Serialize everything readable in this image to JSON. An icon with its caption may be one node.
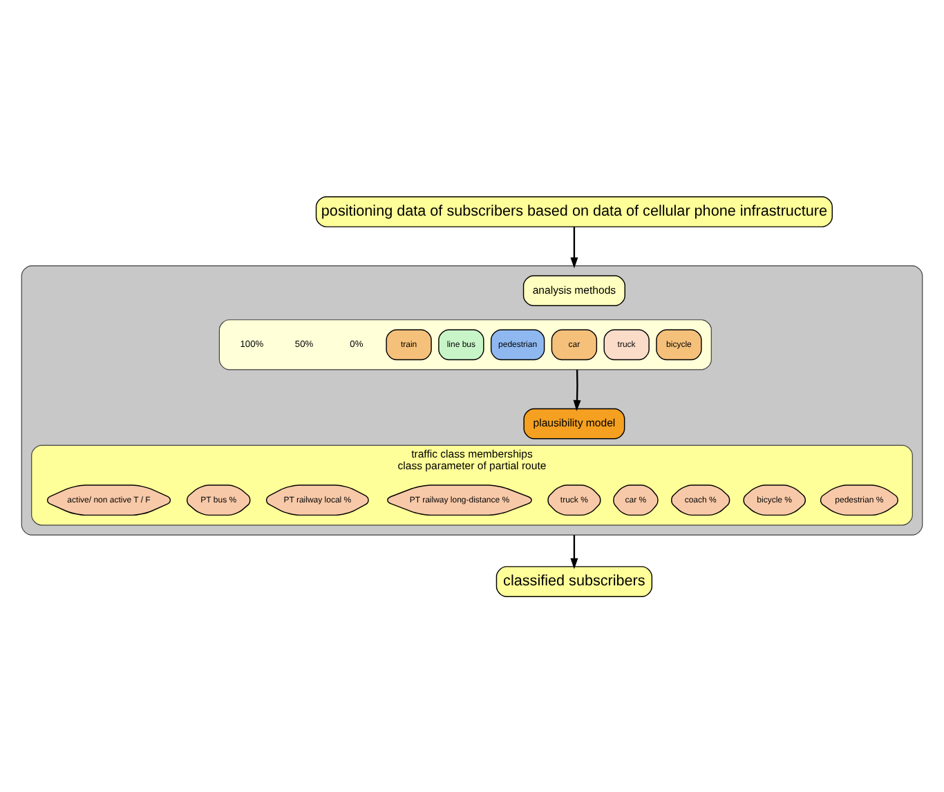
{
  "diagram": {
    "nodes": [
      {
        "text": [
          "positioning data of subscribers based on data of cellular phone infrastructure"
        ]
      },
      {
        "text": [],
        "shape": "box"
      },
      {
        "text": [
          "analysis methods"
        ],
        "in": 1
      },
      {
        "text": [],
        "shape": "octagon",
        "in": 1
      },
      {
        "text": [
          "train"
        ],
        "in": 3
      },
      {
        "text": [
          "line bus"
        ],
        "in": 3
      },
      {
        "text": [
          "pedestrian"
        ],
        "in": 3
      },
      {
        "text": [
          "car"
        ],
        "in": 3
      },
      {
        "text": [
          "truck"
        ],
        "in": 3
      },
      {
        "text": [
          "bicycle"
        ],
        "in": 3
      },
      {
        "text": [
          "plausibility model"
        ],
        "in": 1
      },
      {
        "text": [
          "traffic class memberships",
          "class parameter of partial route"
        ],
        "in": 1
      },
      {
        "text": [
          "active/ non active T / F"
        ],
        "in": 11
      },
      {
        "text": [
          "PT bus %"
        ],
        "in": 11
      },
      {
        "text": [
          "PT railway local %"
        ],
        "in": 11
      },
      {
        "text": [
          "PT railway long-distance %"
        ],
        "in": 11
      },
      {
        "text": [
          "truck %"
        ],
        "in": 11
      },
      {
        "text": [
          "car %"
        ],
        "in": 11
      },
      {
        "text": [
          "coach %"
        ],
        "in": 11
      },
      {
        "text": [
          "bicycle %"
        ],
        "in": 11
      },
      {
        "text": [
          "pedestrian %"
        ],
        "in": 11
      },
      {
        "text": [
          "classified subscribers"
        ]
      }
    ],
    "edges": [
      {
        "from": 0,
        "to": 1,
        "arrow": "to"
      },
      {
        "from": 3,
        "to": 10,
        "arrow": "to"
      },
      {
        "from": 1,
        "to": 21,
        "arrow": "to"
      }
    ],
    "labels": [
      "100%",
      "50%",
      "0%"
    ]
  }
}
